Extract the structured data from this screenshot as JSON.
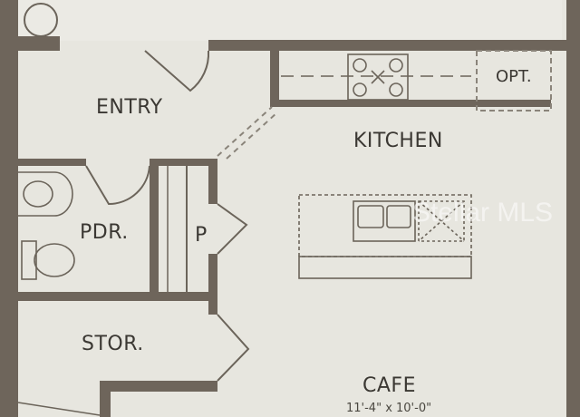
{
  "rooms": {
    "entry": "ENTRY",
    "kitchen": "KITCHEN",
    "pdr": "PDR.",
    "pantry": "P",
    "stor": "STOR.",
    "cafe": "CAFE",
    "opt": "OPT."
  },
  "dimensions": {
    "cafe": "11'-4\" x 10'-0\""
  },
  "watermark": "Stellar MLS",
  "colors": {
    "floor": "#e7e6df",
    "wall": "#6e655b",
    "line": "#6b645a"
  }
}
